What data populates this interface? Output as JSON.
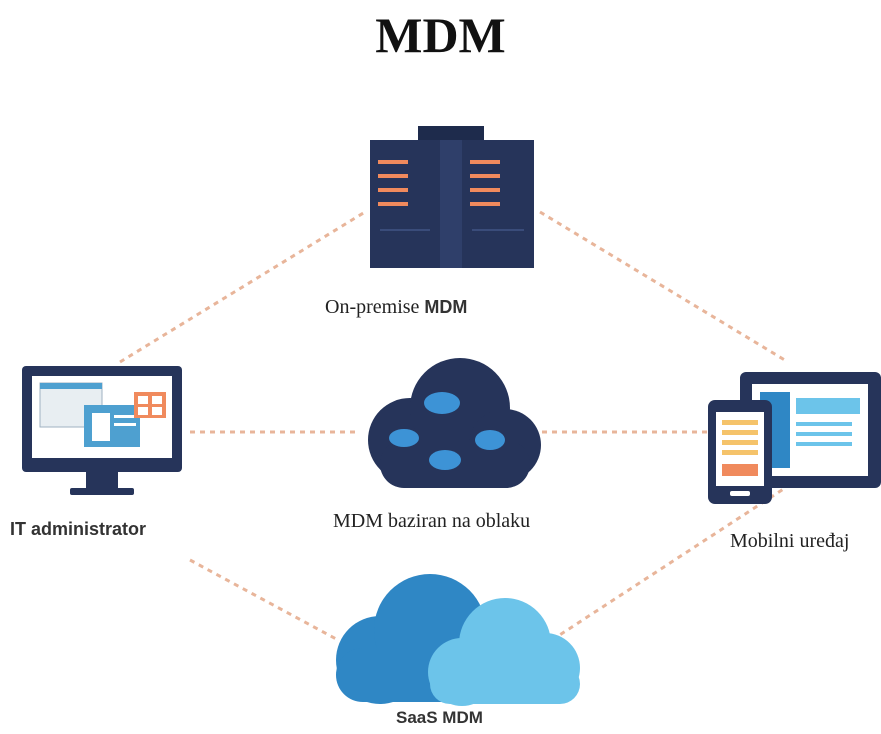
{
  "title": "MDM",
  "nodes": {
    "on_premise": {
      "label_main": "On-premise ",
      "label_suffix": "MDM",
      "icon": "server-icon"
    },
    "cloud": {
      "label": "MDM baziran na oblaku",
      "icon": "cloud-icon"
    },
    "it_admin": {
      "label": "IT administrator",
      "icon": "monitor-icon"
    },
    "mobile": {
      "label": "Mobilni uređaj",
      "icon": "mobile-devices-icon"
    },
    "saas": {
      "label": "SaaS MDM",
      "icon": "saas-cloud-icon"
    }
  },
  "colors": {
    "dark_navy": "#26345a",
    "connector": "#e8b59a",
    "accent_orange": "#f08a5d",
    "light_blue": "#6cc4ea",
    "mid_blue": "#2f87c5"
  }
}
